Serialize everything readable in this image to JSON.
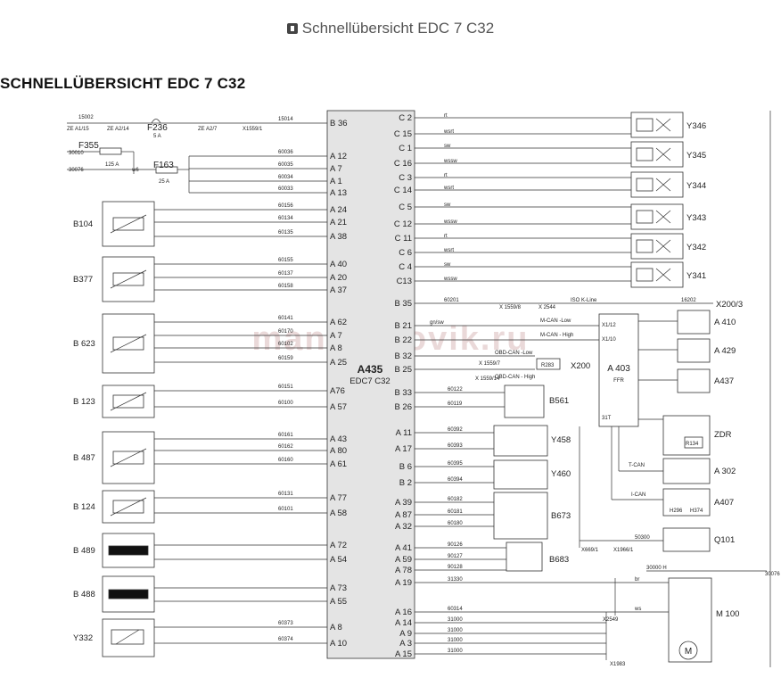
{
  "page": {
    "header": "Schnellübersicht EDC 7 C32",
    "section_title": "SCHNELLÜBERSICHT EDC 7 C32",
    "watermark": "mangruzovik.ru"
  },
  "ecu": {
    "name": "A435",
    "sub": "EDC7 C32"
  },
  "ffr": {
    "name": "A 403",
    "sub": "FFR",
    "pin_top1": "X1/12",
    "pin_top2": "X1/10",
    "pin_bottom": "31T"
  },
  "top_left": {
    "w15002": "15002",
    "ze_a1_15": "ZE A1/15",
    "ze_a2_14": "ZE A2/14",
    "f236": "F236",
    "f236_rating": "5 A",
    "ze_a2_7": "ZE A2/7",
    "x1559_1": "X1559/1",
    "w15014": "15014",
    "w30010": "30010",
    "f355": "F355",
    "f355_rating": "125 A",
    "w30076": "30076",
    "w6": "w6",
    "f163": "F163",
    "f163_rating": "25 A"
  },
  "left_components": [
    "B104",
    "B377",
    "B 623",
    "B 123",
    "B 487",
    "B 124",
    "B 489",
    "B 488",
    "Y332"
  ],
  "right_components": {
    "valves": [
      "Y346",
      "Y345",
      "Y344",
      "Y343",
      "Y342",
      "Y341"
    ],
    "b561": "B561",
    "y458": "Y458",
    "y460": "Y460",
    "b673": "B673",
    "b683": "B683",
    "a410": "A 410",
    "a429": "A 429",
    "a437": "A437",
    "zdr": "ZDR",
    "a302": "A 302",
    "a407": "A407",
    "q101": "Q101",
    "m100": "M 100",
    "h296": "H296",
    "h374": "H374",
    "r134": "R134",
    "motor": "M"
  },
  "ecu_left_pins": [
    "B 36",
    "A 12",
    "A 7",
    "A 1",
    "A 13",
    "A 24",
    "A 21",
    "A 38",
    "A 40",
    "A 20",
    "A 37",
    "A 62",
    "A 7",
    "A 8",
    "A 25",
    "A76",
    "A 57",
    "A 43",
    "A 80",
    "A 61",
    "A 77",
    "A 58",
    "A 72",
    "A 54",
    "A 73",
    "A 55",
    "A 8",
    "A 10"
  ],
  "ecu_right_pins": [
    "C 2",
    "C 15",
    "C 1",
    "C 16",
    "C 3",
    "C 14",
    "C 5",
    "C 12",
    "C 11",
    "C 6",
    "C 4",
    "C13",
    "B 35",
    "B 21",
    "B 22",
    "B 32",
    "B 25",
    "B 33",
    "B 26",
    "A 11",
    "A 17",
    "B 6",
    "B 2",
    "A 39",
    "A 87",
    "A 32",
    "A 41",
    "A 59",
    "A 78",
    "A 19",
    "A 16",
    "A 14",
    "A 9",
    "A 3",
    "A 15"
  ],
  "left_wires": [
    "15014",
    "60036",
    "60035",
    "60034",
    "60033",
    "60156",
    "60134",
    "60135",
    "60155",
    "60137",
    "60158",
    "60141",
    "60170",
    "60102",
    "60159",
    "60151",
    "60100",
    "60161",
    "60162",
    "60160",
    "60131",
    "60101",
    "60373",
    "60374"
  ],
  "right_wire_colors": [
    "rt",
    "wsrt",
    "sw",
    "wssw",
    "rt",
    "wsrt",
    "sw",
    "wssw",
    "rt",
    "wsrt",
    "sw",
    "wssw"
  ],
  "right_wires": {
    "w60201": "60201",
    "iso": "ISO K-Line",
    "w16202": "16202",
    "x200_3": "X200/3",
    "x1559_8": "X 1559/8",
    "x2544": "X 2544",
    "gnsw": "gn/sw",
    "m_can_low": "M-CAN -Low",
    "m_can_high": "M-CAN - High",
    "obd_low": "OBD-CAN -Low",
    "obd_high": "OBD-CAN - High",
    "x1559_7": "X 1559/7",
    "x1559_14": "X 1559/14",
    "r283": "R283",
    "x200": "X200",
    "w60122": "60122",
    "w60119": "60119",
    "w60392": "60392",
    "w60393": "60393",
    "w60395": "60395",
    "w60394": "60394",
    "w60182": "60182",
    "w60181": "60181",
    "w60180": "60180",
    "w90126": "90126",
    "w90127": "90127",
    "w90128": "90128",
    "w31330": "31330",
    "w60314": "60314",
    "w31000": "31000",
    "br": "br",
    "ws": "ws",
    "t_can": "T-CAN",
    "i_can": "I-CAN",
    "w50300": "50300",
    "x669_1": "X669/1",
    "x1966_1": "X1966/1",
    "w30000": "30000 H",
    "x2549": "X2549",
    "x1983": "X1983",
    "x30076b": "30076"
  }
}
